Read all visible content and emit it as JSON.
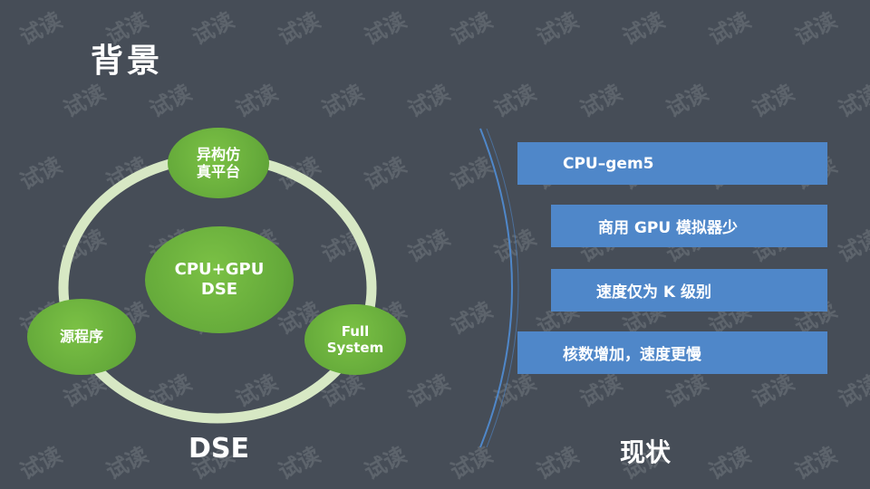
{
  "title": "背景",
  "watermark": "试读",
  "dse_diagram": {
    "nodes": {
      "top": "异构仿\n真平台",
      "center": "CPU+GPU\nDSE",
      "left": "源程序",
      "right": "Full\nSystem"
    },
    "caption": "DSE",
    "ring_color": "#d7e8c4",
    "node_color": "#64a93a"
  },
  "status_panel": {
    "items": [
      "CPU–gem5",
      "商用 GPU 模拟器少",
      "速度仅为 K 级别",
      "核数增加，速度更慢"
    ],
    "caption": "现状",
    "bar_color": "#4f87c9",
    "arc_color": "#4f87c9"
  }
}
